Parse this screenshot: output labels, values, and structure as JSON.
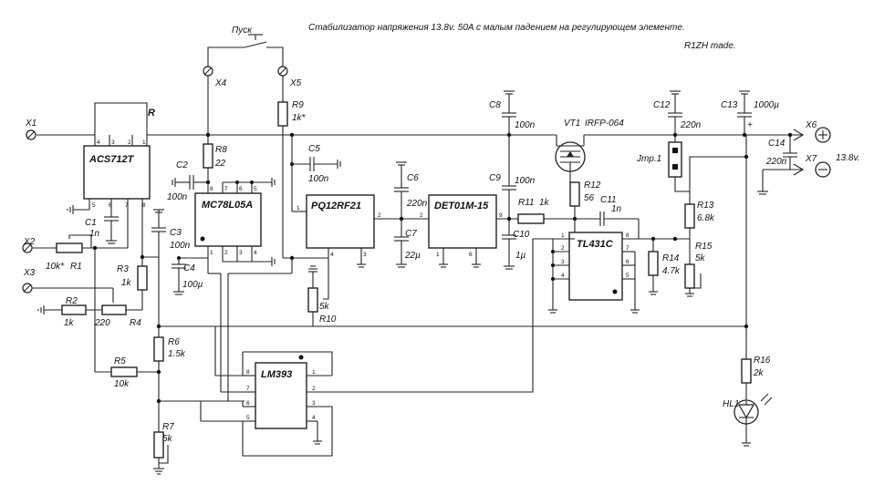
{
  "title": "Стабилизатор напряжения 13.8v. 50A с малым падением на регулирующем элементе.",
  "author": "R1ZH made.",
  "switch_label": "Пуск",
  "output_voltage": "13.8v.",
  "terminals": {
    "x1": "X1",
    "x2": "X2",
    "x3": "X3",
    "x4": "X4",
    "x5": "X5",
    "x6": "X6",
    "x7": "X7"
  },
  "ics": {
    "acs": "ACS712T",
    "mc78": "MC78L05A",
    "pq": "PQ12RF21",
    "det": "DET01M-15",
    "tl": "TL431C",
    "lm": "LM393"
  },
  "transistor": {
    "ref": "VT1",
    "part": "IRFP-064"
  },
  "jumper": "Jmp.1",
  "components": {
    "R": "R",
    "R1": {
      "ref": "R1",
      "val": "10k*"
    },
    "R2": {
      "ref": "R2",
      "val": "1k"
    },
    "R3": {
      "ref": "R3",
      "val": "1k"
    },
    "R4": {
      "ref": "R4",
      "val": "220"
    },
    "R5": {
      "ref": "R5",
      "val": "10k"
    },
    "R6": {
      "ref": "R6",
      "val": "1.5k"
    },
    "R7": {
      "ref": "R7",
      "val": "5k"
    },
    "R8": {
      "ref": "R8",
      "val": "22"
    },
    "R9": {
      "ref": "R9",
      "val": "1k*"
    },
    "R10": {
      "ref": "R10",
      "val": "5k"
    },
    "R11": {
      "ref": "R11",
      "val": "1k"
    },
    "R12": {
      "ref": "R12",
      "val": "56"
    },
    "R13": {
      "ref": "R13",
      "val": "6.8k"
    },
    "R14": {
      "ref": "R14",
      "val": "4.7k"
    },
    "R15": {
      "ref": "R15",
      "val": "5k"
    },
    "R16": {
      "ref": "R16",
      "val": "2k"
    },
    "C1": {
      "ref": "C1",
      "val": "1n"
    },
    "C2": {
      "ref": "C2",
      "val": "100n"
    },
    "C3": {
      "ref": "C3",
      "val": "100n"
    },
    "C4": {
      "ref": "C4",
      "val": "100µ"
    },
    "C5": {
      "ref": "C5",
      "val": "100n"
    },
    "C6": {
      "ref": "C6",
      "val": "220n"
    },
    "C7": {
      "ref": "C7",
      "val": "22µ"
    },
    "C8": {
      "ref": "C8",
      "val": "100n"
    },
    "C9": {
      "ref": "C9",
      "val": "100n"
    },
    "C10": {
      "ref": "C10",
      "val": "1µ"
    },
    "C11": {
      "ref": "C11",
      "val": "1n"
    },
    "C12": {
      "ref": "C12",
      "val": "220n"
    },
    "C13": {
      "ref": "C13",
      "val": "1000µ"
    },
    "C14": {
      "ref": "C14",
      "val": "220n"
    },
    "HL1": "HL1"
  }
}
